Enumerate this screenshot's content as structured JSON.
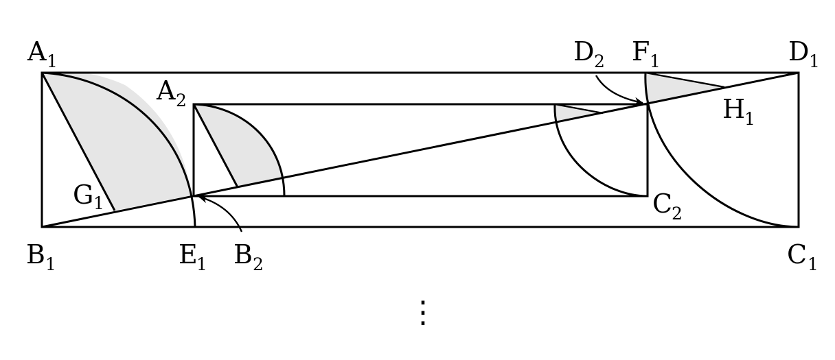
{
  "figure": {
    "shade_color": "#e6e6e6",
    "line_color": "#000000",
    "continuation": "⋮"
  },
  "labels": {
    "A1": {
      "base": "A",
      "sub": "1"
    },
    "B1": {
      "base": "B",
      "sub": "1"
    },
    "C1": {
      "base": "C",
      "sub": "1"
    },
    "D1": {
      "base": "D",
      "sub": "1"
    },
    "E1": {
      "base": "E",
      "sub": "1"
    },
    "F1": {
      "base": "F",
      "sub": "1"
    },
    "G1": {
      "base": "G",
      "sub": "1"
    },
    "H1": {
      "base": "H",
      "sub": "1"
    },
    "A2": {
      "base": "A",
      "sub": "2"
    },
    "B2": {
      "base": "B",
      "sub": "2"
    },
    "C2": {
      "base": "C",
      "sub": "2"
    },
    "D2": {
      "base": "D",
      "sub": "2"
    }
  }
}
